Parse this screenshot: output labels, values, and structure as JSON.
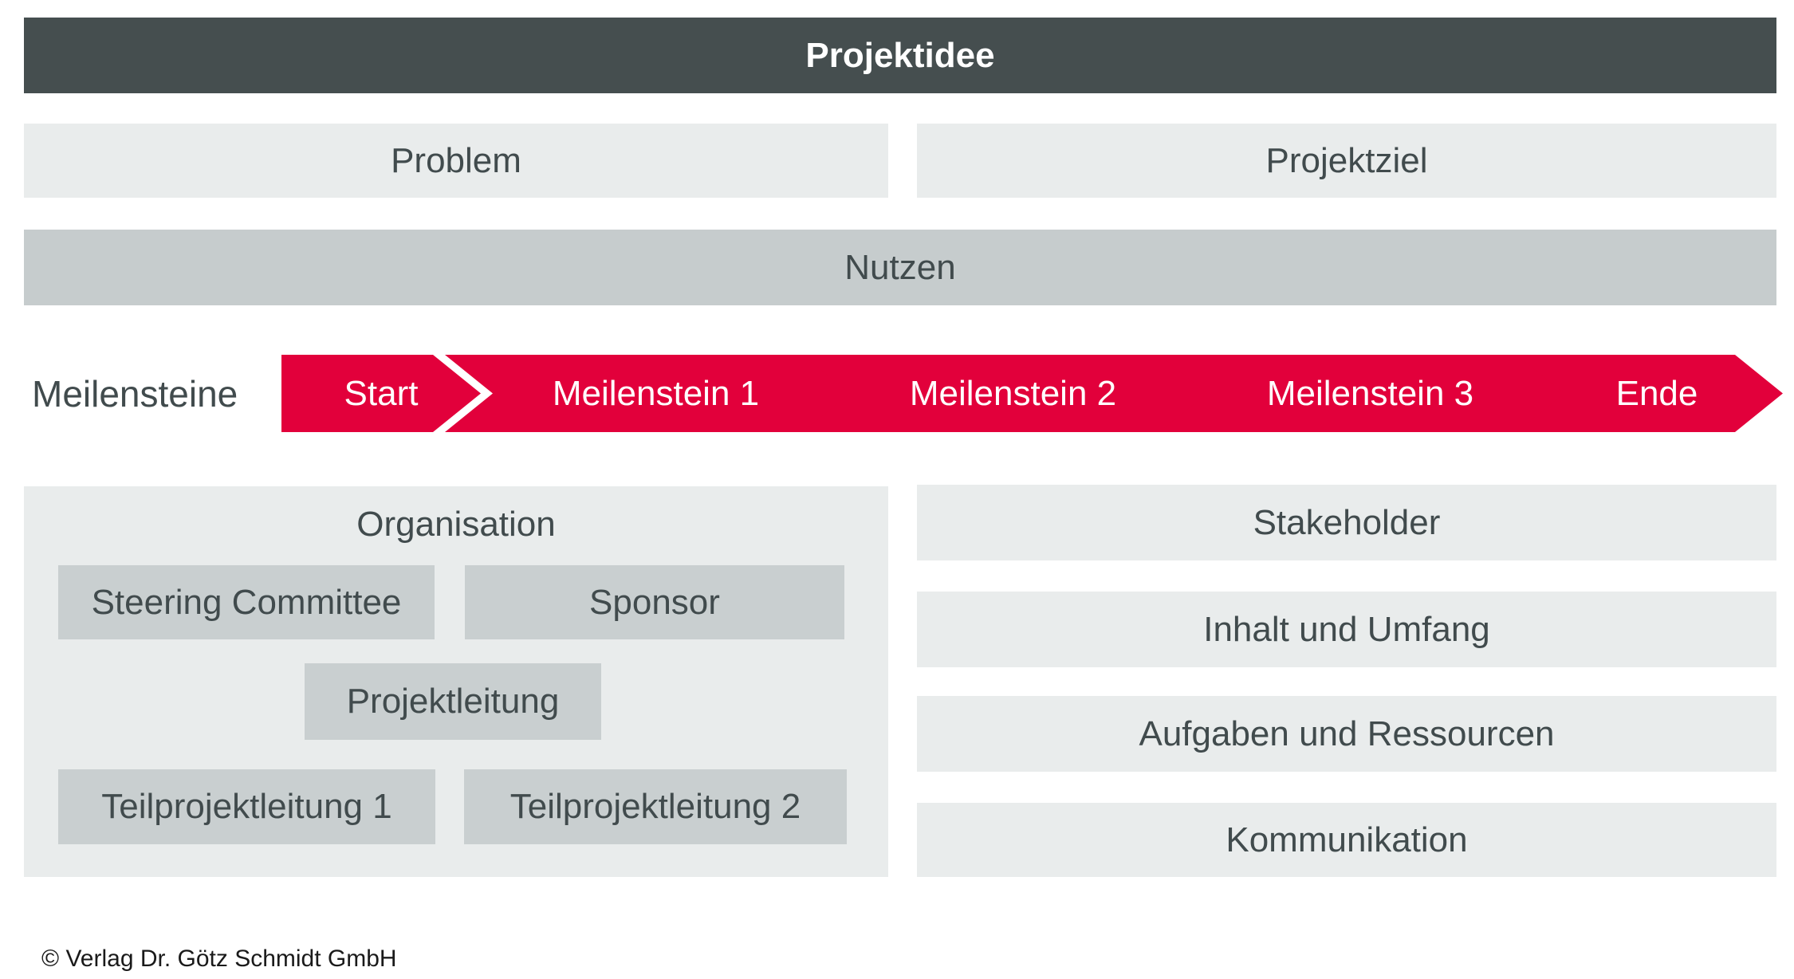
{
  "colors": {
    "header_bg": "#454e4f",
    "light_box_bg": "#e9ecec",
    "mid_box_bg": "#c6cccd",
    "inner_box_bg": "#c9cfd0",
    "accent_red": "#e2003b",
    "box_text": "#414b4d"
  },
  "header": {
    "title": "Projektidee"
  },
  "top_row": {
    "problem": "Problem",
    "projektziel": "Projektziel"
  },
  "nutzen": {
    "label": "Nutzen"
  },
  "milestones": {
    "label": "Meilensteine",
    "items": [
      "Start",
      "Meilenstein 1",
      "Meilenstein 2",
      "Meilenstein 3",
      "Ende"
    ]
  },
  "organisation": {
    "title": "Organisation",
    "boxes": {
      "steering": "Steering Committee",
      "sponsor": "Sponsor",
      "projektleitung": "Projektleitung",
      "teilprojekt1": "Teilprojektleitung 1",
      "teilprojekt2": "Teilprojektleitung 2"
    }
  },
  "sections": {
    "stakeholder": "Stakeholder",
    "inhalt_umfang": "Inhalt und Umfang",
    "aufgaben_ressourcen": "Aufgaben und Ressourcen",
    "kommunikation": "Kommunikation"
  },
  "footer": {
    "copyright": "© Verlag Dr. Götz Schmidt GmbH"
  }
}
